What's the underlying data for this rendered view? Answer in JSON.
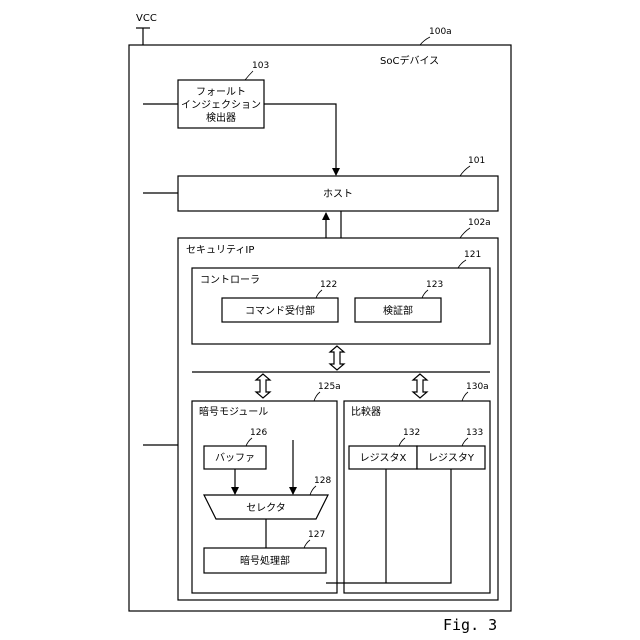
{
  "vcc": "VCC",
  "soc": {
    "ref": "100a",
    "label": "SoCデバイス"
  },
  "fault_detector": {
    "ref": "103",
    "line1": "フォールト",
    "line2": "インジェクション",
    "line3": "検出器"
  },
  "host": {
    "ref": "101",
    "label": "ホスト"
  },
  "security_ip": {
    "ref": "102a",
    "label": "セキュリティIP"
  },
  "controller": {
    "ref": "121",
    "label": "コントローラ"
  },
  "command_receiver": {
    "ref": "122",
    "label": "コマンド受付部"
  },
  "verifier": {
    "ref": "123",
    "label": "検証部"
  },
  "crypto_module": {
    "ref": "125a",
    "label": "暗号モジュール"
  },
  "buffer": {
    "ref": "126",
    "label": "バッファ"
  },
  "selector": {
    "ref": "128",
    "label": "セレクタ"
  },
  "crypto_processor": {
    "ref": "127",
    "label": "暗号処理部"
  },
  "comparator": {
    "ref": "130a",
    "label": "比較器"
  },
  "register_x": {
    "ref": "132",
    "label": "レジスタX"
  },
  "register_y": {
    "ref": "133",
    "label": "レジスタY"
  },
  "figure_label": "Fig. 3"
}
